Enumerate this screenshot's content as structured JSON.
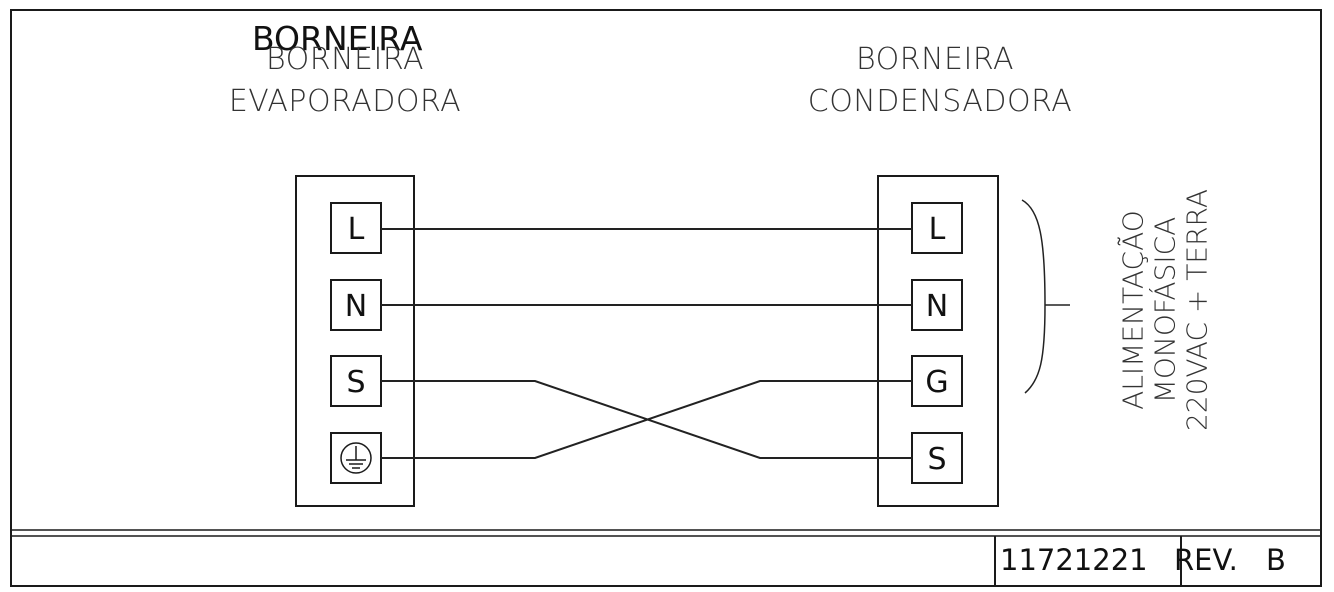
{
  "titles": {
    "overlay": "BORNEIRA",
    "evaporadora_line1": "BORNEIRA",
    "evaporadora_line2": "EVAPORADORA",
    "condensadora_line1": "BORNEIRA",
    "condensadora_line2": "CONDENSADORA"
  },
  "supply_label": {
    "line1": "ALIMENTAÇÃO",
    "line2": "MONOFÁSICA",
    "line3": "220VAC + TERRA"
  },
  "left_terminals": [
    "L",
    "N",
    "S",
    "ground"
  ],
  "right_terminals": [
    "L",
    "N",
    "G",
    "S"
  ],
  "icons": {
    "ground": "ground-symbol-icon"
  },
  "footer": {
    "code": "11721221",
    "rev": "REV.",
    "rev_value": "B"
  }
}
